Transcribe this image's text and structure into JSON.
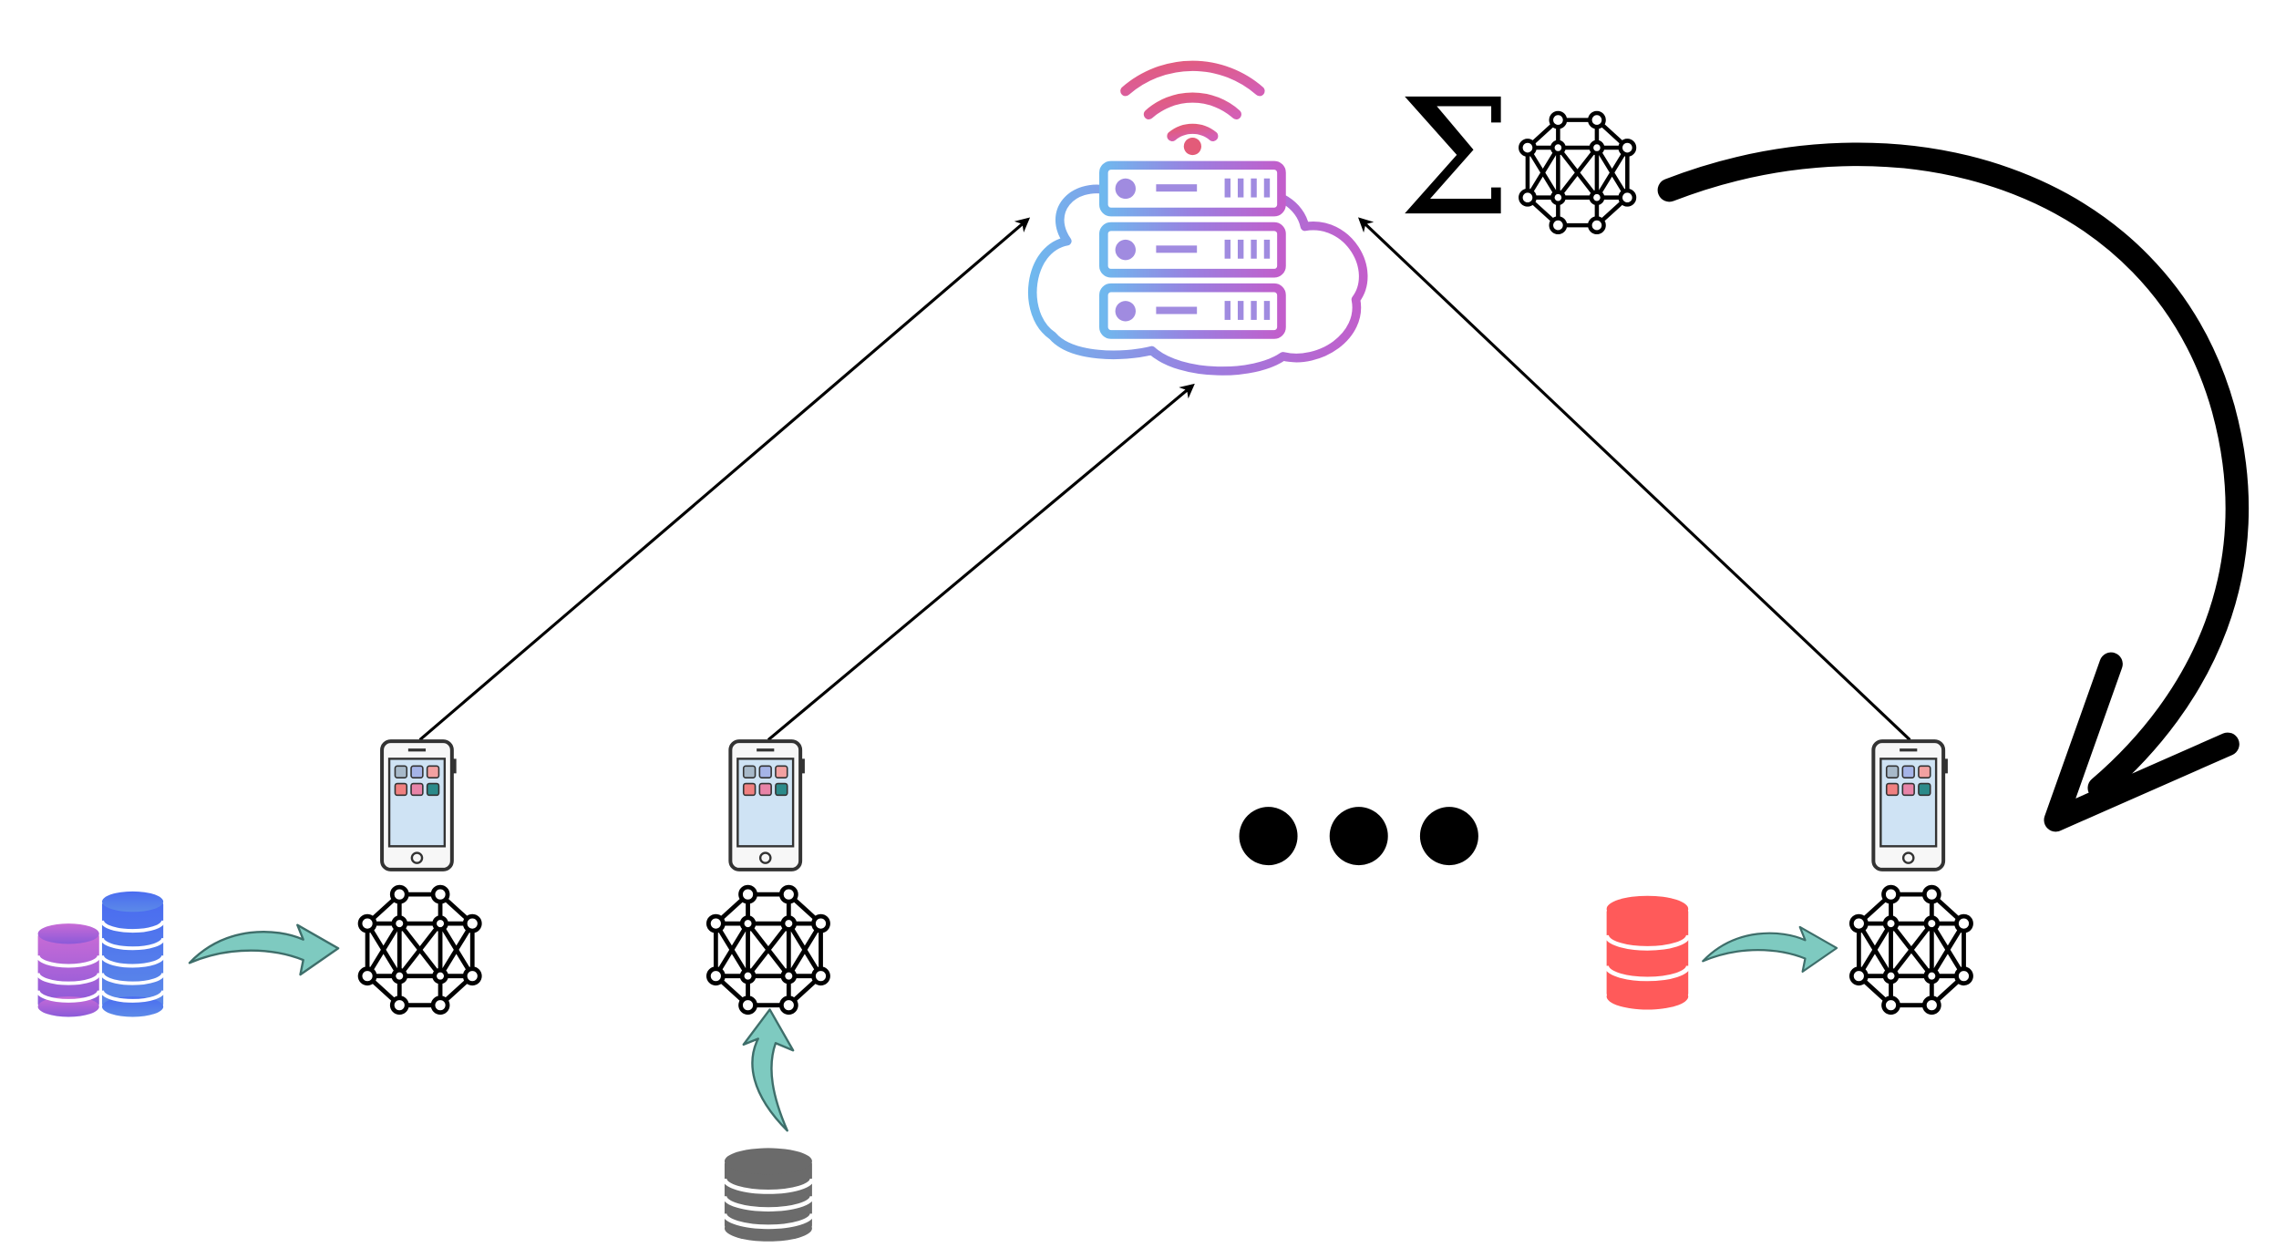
{
  "aggregation": {
    "symbol": "Σ"
  },
  "server": {
    "icon": "cloud-server-wifi"
  },
  "clients": [
    {
      "device_icon": "smartphone",
      "model_icon": "neural-network",
      "data_icon": "database-stacks-purple-blue"
    },
    {
      "device_icon": "smartphone",
      "model_icon": "neural-network",
      "data_icon": "database-stack-gray"
    },
    {
      "device_icon": "smartphone",
      "model_icon": "neural-network",
      "data_icon": "database-stack-red"
    }
  ],
  "ellipsis_dots": 3,
  "colors": {
    "arrow_teal": "#7ecac0",
    "db_purple": "#b65fd6",
    "db_blue": "#4b6fe8",
    "db_gray": "#6b6b6b",
    "db_red": "#ff5a5a",
    "server_gradient_start": "#6fb8ee",
    "server_gradient_end": "#c25ecb",
    "wifi_red": "#e35b79"
  }
}
